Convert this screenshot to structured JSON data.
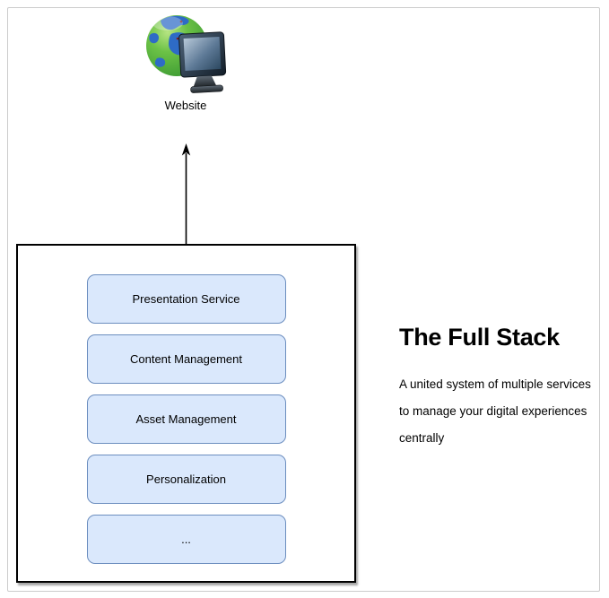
{
  "diagram": {
    "website_node": {
      "label": "Website",
      "icon": "globe-monitor-icon"
    },
    "stack": {
      "services": [
        "Presentation Service",
        "Content Management",
        "Asset Management",
        "Personalization",
        "..."
      ]
    },
    "description_panel": {
      "title": "The Full Stack",
      "body": "A united system of multiple services\nto manage your digital experiences\ncentrally"
    },
    "colors": {
      "service_box_fill": "#DAE8FC",
      "service_box_border": "#6C8EBF",
      "stack_box_border": "#000000",
      "outer_frame_border": "#CCCCCC",
      "globe_green": "#5CB53F",
      "continent_blue": "#2E6BC6",
      "monitor_frame": "#22303F",
      "arrow_color": "#000000"
    }
  }
}
